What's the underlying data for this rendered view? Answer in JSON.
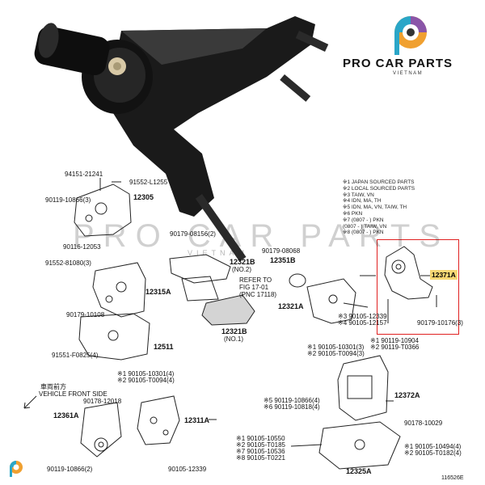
{
  "brand": {
    "name": "PRO CAR PARTS",
    "sub": "VIETNAM"
  },
  "watermark": {
    "text": "PRO CAR PARTS",
    "sub": "VIETNAM"
  },
  "notes": [
    "※1 JAPAN SOURCED PARTS",
    "※2 LOCAL SOURCED PARTS",
    "※3 TAIW, VN",
    "※4 IDN, MA, TH",
    "※5 IDN, MA, VN, TAIW, TH",
    "※6 PKN",
    "※7 (0807 -   ) PKN",
    "     (0807 -   ) TAIW, VN",
    "※8 (0807 -   ) PKN"
  ],
  "highlight": {
    "part": "12371A",
    "color": "#e02020"
  },
  "diagram_code": "116526E",
  "direction": {
    "jp": "車両前方",
    "en": "VEHICLE FRONT SIDE"
  },
  "labels": {
    "l1": "94151-21241",
    "l2": "91552-L1255",
    "l3": "90119-10866(3)",
    "l4": "12305",
    "l5": "90179-08156(2)",
    "l6": "90116-12053",
    "l7": "90179-08068",
    "l8": "12351B",
    "l9": "12321B",
    "l10": "(NO.2)",
    "l11": "91552-81080(3)",
    "l12": "REFER TO",
    "l13": "FIG 17-01",
    "l14": "(PNC 17118)",
    "l15": "12315A",
    "l16": "12321A",
    "l17": "90179-10108",
    "l18": "12321B",
    "l19": "(NO.1)",
    "l20": "※3 90105-12339",
    "l21": "※4 90105-12157",
    "l22": "90179-10176(3)",
    "l23": "12511",
    "l24": "※1 90119-10904",
    "l25": "※2 90119-T0366",
    "l26": "91551-F0825(4)",
    "l27": "※1 90105-10301(3)",
    "l28": "※2 90105-T0094(3)",
    "l29": "※1 90105-10301(4)",
    "l30": "※2 90105-T0094(4)",
    "l31": "12372A",
    "l32": "90178-12018",
    "l33": "※5 90119-10866(4)",
    "l34": "※6 90119-10818(4)",
    "l35": "12361A",
    "l36": "12311A",
    "l37": "90178-10029",
    "l38": "※1 90105-10550",
    "l39": "※2 90105-T0185",
    "l40": "※7 90105-10536",
    "l41": "※8 90105-T0221",
    "l42": "※1 90105-10494(4)",
    "l43": "※2 90105-T0182(4)",
    "l44": "90119-10866(2)",
    "l45": "90105-12339",
    "l46": "12325A"
  }
}
